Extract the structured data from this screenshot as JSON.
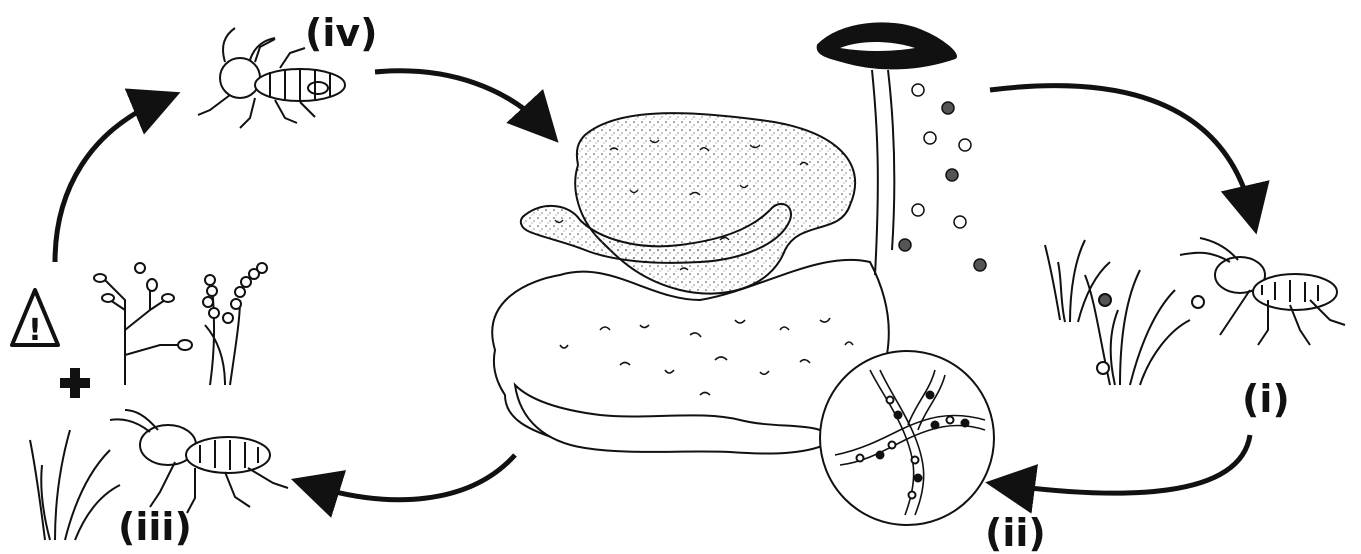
{
  "labels": {
    "stage_i": "(i)",
    "stage_ii": "(ii)",
    "stage_iii": "(iii)",
    "stage_iv": "(iv)",
    "warning_mark": "!"
  },
  "icons": [
    "warning-triangle-icon",
    "plus-icon"
  ],
  "colors": {
    "ink": "#111111",
    "background": "#ffffff",
    "spore_fill": "#555555"
  }
}
